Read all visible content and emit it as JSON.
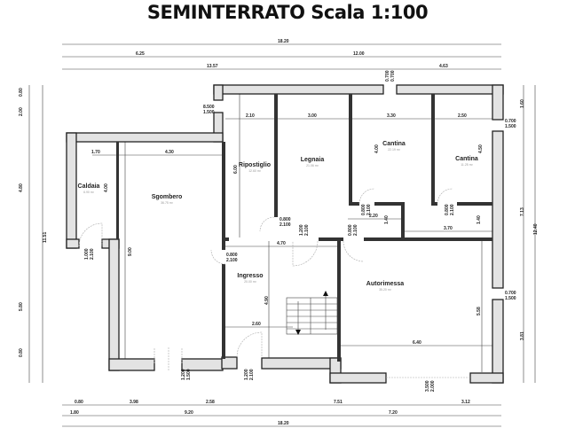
{
  "title": "SEMINTERRATO Scala 1:100",
  "rooms": [
    {
      "name": "Caldaia",
      "area": "6.90 m²"
    },
    {
      "name": "Sgombero",
      "area": "36.75 m²"
    },
    {
      "name": "Ripostiglio",
      "area": "12.60 m²"
    },
    {
      "name": "Legnaia",
      "area": "21.06 m²"
    },
    {
      "name": "Cantina",
      "area": "22.19 m²"
    },
    {
      "name": "Cantina",
      "area": "11.25 m²"
    },
    {
      "name": "Ingresso",
      "area": "20.00 m²"
    },
    {
      "name": "Autorimessa",
      "area": "35.20 m²"
    }
  ],
  "dimensions": [
    [
      "18.20"
    ],
    [
      "6.25"
    ],
    [
      "12.00"
    ],
    [
      "13.57"
    ],
    [
      "4.63"
    ],
    [
      "0.700",
      "0.700"
    ],
    [
      "2.10"
    ],
    [
      "3.00"
    ],
    [
      "3.30"
    ],
    [
      "2.50"
    ],
    [
      "0.700",
      "1.500"
    ],
    [
      "8.500",
      "1.500"
    ],
    [
      "1.70"
    ],
    [
      "4.30"
    ],
    [
      "4.00"
    ],
    [
      "6.00"
    ],
    [
      "4.00"
    ],
    [
      "4.50"
    ],
    [
      "0.800",
      "2.100"
    ],
    [
      "1.200",
      "2.100"
    ],
    [
      "0.800",
      "2.100"
    ],
    [
      "2.20"
    ],
    [
      "1.40"
    ],
    [
      "0.800",
      "2.100"
    ],
    [
      "1.40"
    ],
    [
      "3.70"
    ],
    [
      "0.800",
      "2.100"
    ],
    [
      "4.70"
    ],
    [
      "0.800",
      "2.100"
    ],
    [
      "9.00"
    ],
    [
      "1.000",
      "2.100"
    ],
    [
      "4.90"
    ],
    [
      "2.60"
    ],
    [
      "6.40"
    ],
    [
      "5.58"
    ],
    [
      "0.700",
      "1.500"
    ],
    [
      "1.200",
      "1.500"
    ],
    [
      "1.200",
      "2.100"
    ],
    [
      "3.500",
      "2.000"
    ],
    [
      "0.80"
    ],
    [
      "2.00"
    ],
    [
      "4.80"
    ],
    [
      "5.80"
    ],
    [
      "0.80"
    ],
    [
      "11.51"
    ],
    [
      "1.60"
    ],
    [
      "7.13"
    ],
    [
      "3.81"
    ],
    [
      "12.40"
    ],
    [
      "0.80"
    ],
    [
      "3.98"
    ],
    [
      "2.58"
    ],
    [
      "7.51"
    ],
    [
      "3.12"
    ],
    [
      "1.80"
    ],
    [
      "9.20"
    ],
    [
      "7.20"
    ],
    [
      "18.20"
    ]
  ]
}
